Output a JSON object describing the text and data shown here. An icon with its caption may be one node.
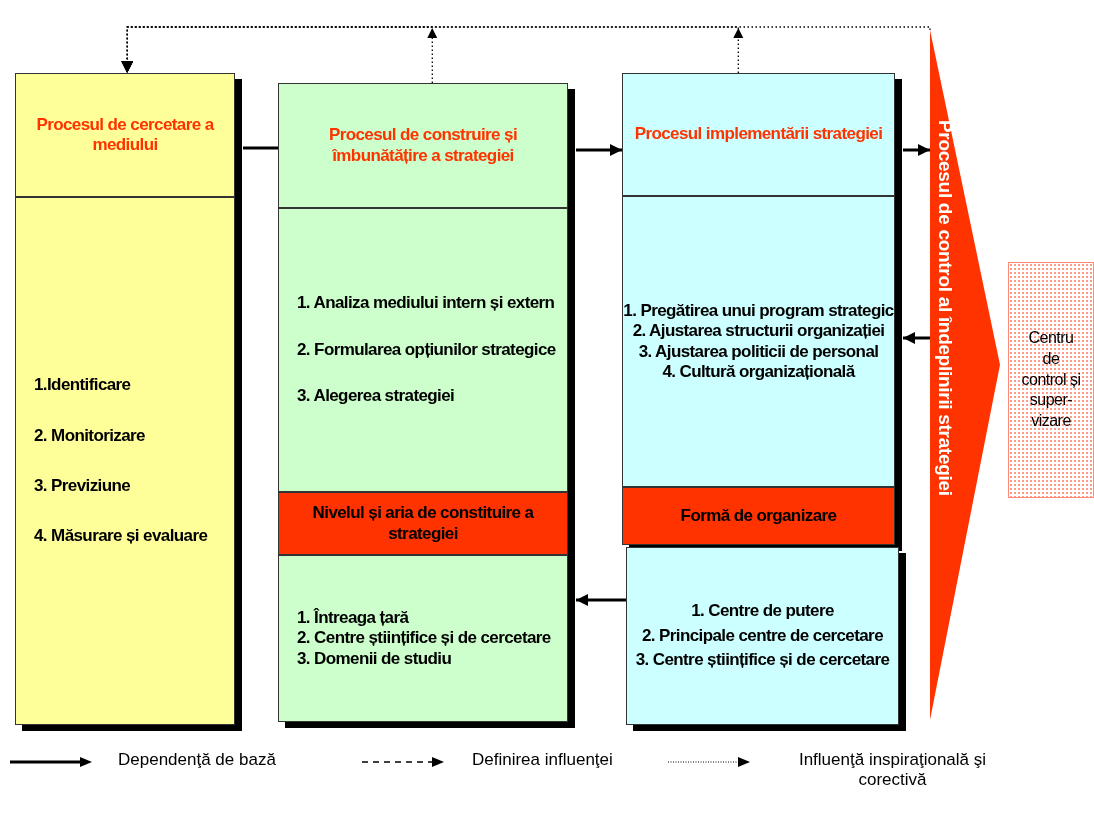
{
  "diagram": {
    "nodes": [
      {
        "text": [
          "Procesul de cercetare a mediului"
        ]
      },
      {
        "text": [
          "1.Identificare",
          "2. Monitorizare",
          "3. Previziune",
          "4. Măsurare și evaluare"
        ]
      },
      {
        "text": [
          "Procesul de construire și îmbunătățire a strategiei"
        ]
      },
      {
        "text": [
          "1. Analiza mediului intern și extern",
          "2. Formularea opțiunilor strategice",
          "3. Alegerea strategiei"
        ]
      },
      {
        "text": [
          "Nivelul și aria de constituire a strategiei"
        ]
      },
      {
        "text": [
          "1. Întreaga țară",
          "2. Centre științifice și de cercetare",
          "3. Domenii de studiu"
        ]
      },
      {
        "text": [
          "Procesul implementării strategiei"
        ]
      },
      {
        "text": [
          "1. Pregătirea unui program strategic",
          "2. Ajustarea structurii organizației",
          "3. Ajustarea politicii de personal",
          "4. Cultură organizațională"
        ]
      },
      {
        "text": [
          "Formă de organizare"
        ]
      },
      {
        "text": [
          "1. Centre de putere",
          "2. Principale centre de cercetare",
          "3. Centre științifice și de cercetare"
        ]
      },
      {
        "text": [
          "Procesul de control al îndeplinirii strategiei"
        ]
      },
      {
        "text": [
          "Centru de control și super-vizare"
        ]
      }
    ],
    "edges": [
      {
        "from": 0,
        "to": 2,
        "arrow": "none"
      },
      {
        "from": 2,
        "to": 6,
        "arrow": "to"
      },
      {
        "from": 6,
        "to": 10,
        "arrow": "to"
      },
      {
        "from": 10,
        "to": 7,
        "arrow": "to"
      },
      {
        "from": 9,
        "to": 5,
        "arrow": "to"
      },
      {
        "from": 2,
        "to": 0,
        "arrow": "to",
        "style": "dashed"
      },
      {
        "from": 6,
        "to": 0,
        "arrow": "to",
        "style": "dashed"
      },
      {
        "from": 10,
        "to": 0,
        "arrow": "to",
        "style": "dashed"
      }
    ],
    "legend": [
      {
        "text": "Dependenţă de bază"
      },
      {
        "text": "Definirea influenţei"
      },
      {
        "text": "Influenţă inspiraţională şi corectivă"
      }
    ]
  }
}
